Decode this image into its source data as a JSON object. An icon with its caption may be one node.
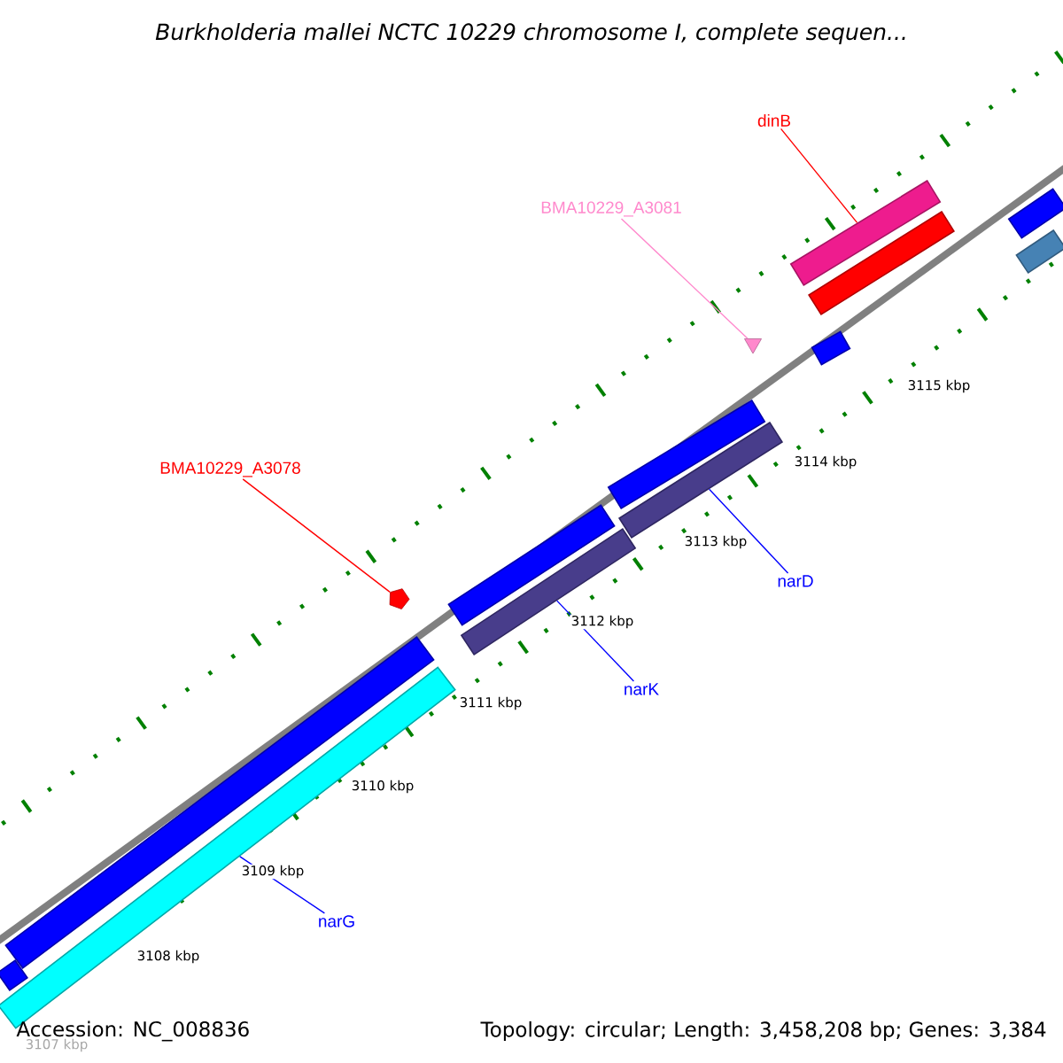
{
  "diagram": {
    "title": "Burkholderia mallei NCTC 10229 chromosome I, complete sequen...",
    "nodes": [
      {
        "text": [
          "dinB"
        ]
      },
      {
        "text": [],
        "shape": "bar"
      },
      {
        "text": [
          "BMA10229_A3081"
        ]
      },
      {
        "text": [],
        "shape": "triangle"
      },
      {
        "text": [
          "BMA10229_A3078"
        ]
      },
      {
        "text": [],
        "shape": "pentagon"
      },
      {
        "text": [
          "narD"
        ]
      },
      {
        "text": [],
        "shape": "bar"
      },
      {
        "text": [
          "narK"
        ]
      },
      {
        "text": [],
        "shape": "bar"
      },
      {
        "text": [
          "narG"
        ]
      },
      {
        "text": [],
        "shape": "bar"
      },
      {
        "text": [],
        "shape": "bar"
      },
      {
        "text": [],
        "shape": "bar"
      },
      {
        "text": [],
        "shape": "bar"
      },
      {
        "text": [],
        "shape": "bar"
      },
      {
        "text": [],
        "shape": "bar"
      },
      {
        "text": [],
        "shape": "bar"
      },
      {
        "text": [],
        "shape": "bar"
      },
      {
        "text": [],
        "shape": "bar"
      }
    ],
    "edges": [
      {
        "from": 0,
        "to": 14,
        "arrow": "none",
        "color": "#ff0000"
      },
      {
        "from": 2,
        "to": 3,
        "arrow": "none",
        "color": "#ff88cc"
      },
      {
        "from": 4,
        "to": 5,
        "arrow": "none",
        "color": "#ff0000"
      },
      {
        "from": 6,
        "to": 17,
        "arrow": "none"
      },
      {
        "from": 8,
        "to": 18,
        "arrow": "none"
      },
      {
        "from": 10,
        "to": 19,
        "arrow": "none"
      }
    ],
    "labels": [
      "3115 kbp",
      "3114 kbp",
      "3113 kbp",
      "3112 kbp",
      "3111 kbp",
      "3110 kbp",
      "3109 kbp",
      "3108 kbp",
      "3107 kbp",
      "Accession: NC_008836",
      "Topology: circular; Length: 3,458,208 bp; Genes: 3,384"
    ]
  }
}
